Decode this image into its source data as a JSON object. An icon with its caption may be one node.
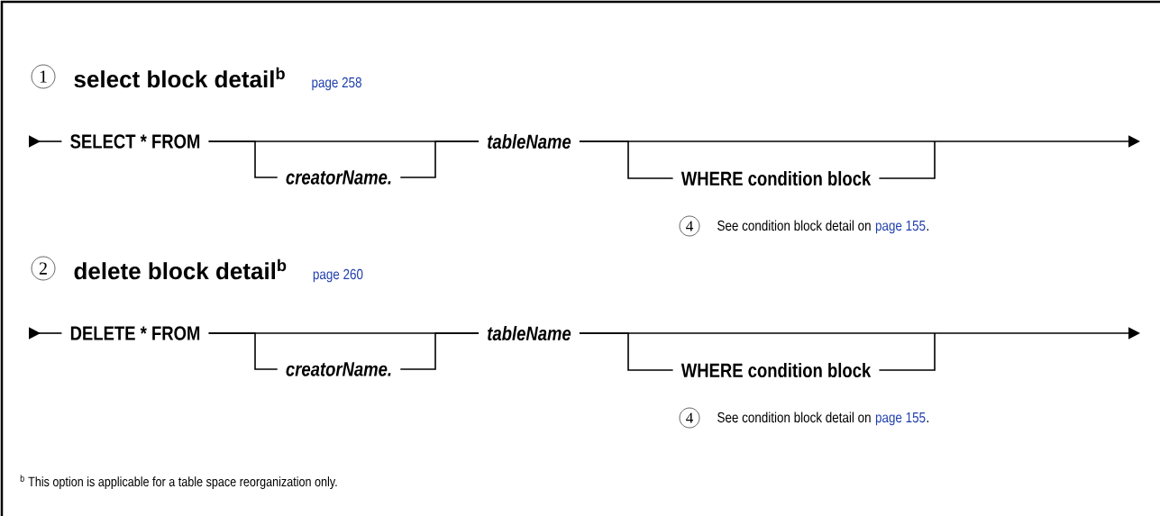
{
  "diagram": {
    "nodes": [
      {
        "text": [
          "1"
        ],
        "beside": [
          "select block detail$^{b}$",
          "page 258"
        ]
      },
      {
        "text": [
          "SELECT * FROM"
        ]
      },
      {
        "text": [
          "creatorName."
        ]
      },
      {
        "text": [
          "tableName"
        ]
      },
      {
        "text": [
          "WHERE condition block"
        ]
      },
      {
        "text": [
          "4"
        ],
        "beside": [
          "See condition block detail on",
          "page 155",
          "."
        ]
      },
      {
        "text": [
          "2"
        ],
        "beside": [
          "delete block detail$^{b}$",
          "page 260"
        ]
      },
      {
        "text": [
          "DELETE * FROM"
        ]
      },
      {
        "text": [
          "creatorName."
        ]
      },
      {
        "text": [
          "tableName"
        ]
      },
      {
        "text": [
          "WHERE condition block"
        ]
      },
      {
        "text": [
          "4"
        ],
        "beside": [
          "See condition block detail on",
          "page 155",
          "."
        ]
      }
    ],
    "edges": [
      {
        "from": null,
        "to": 1,
        "arrow": "to"
      },
      {
        "from": 1,
        "to": 3,
        "arrow": "none"
      },
      {
        "from": 1,
        "to": 2,
        "arrow": "none"
      },
      {
        "from": 2,
        "to": 3,
        "arrow": "none"
      },
      {
        "from": 3,
        "to": null,
        "arrow": "to"
      },
      {
        "from": 3,
        "to": 4,
        "arrow": "none"
      },
      {
        "from": 4,
        "to": null,
        "arrow": "none"
      },
      {
        "from": null,
        "to": 7,
        "arrow": "to"
      },
      {
        "from": 7,
        "to": 9,
        "arrow": "none"
      },
      {
        "from": 7,
        "to": 8,
        "arrow": "none"
      },
      {
        "from": 8,
        "to": 9,
        "arrow": "none"
      },
      {
        "from": 9,
        "to": null,
        "arrow": "to"
      },
      {
        "from": 9,
        "to": 10,
        "arrow": "none"
      },
      {
        "from": 10,
        "to": null,
        "arrow": "none"
      }
    ],
    "labels": [
      "$^{b}$ This option is applicable for a table space reorganization only."
    ]
  }
}
